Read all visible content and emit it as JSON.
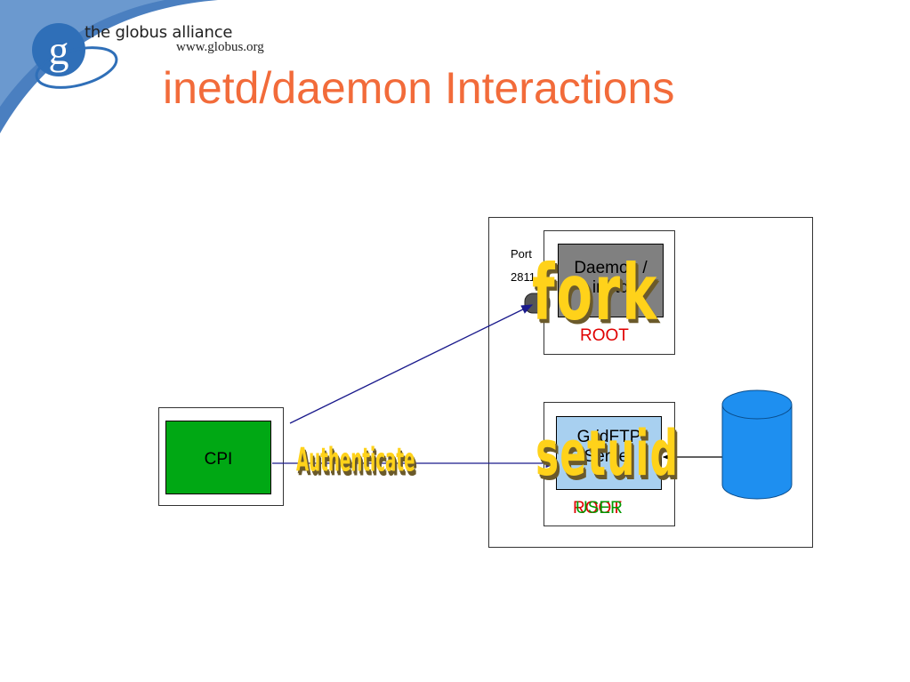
{
  "header": {
    "brand_name": "the globus alliance",
    "brand_url": "www.globus.org",
    "logo_letter": "g",
    "title": "inetd/daemon Interactions"
  },
  "diagram": {
    "port_label": "Port",
    "port_number": "2811",
    "daemon_label": "Daemon / inetd",
    "root_label": "ROOT",
    "gridftp_label": "GridFTP Server",
    "user_label": "USER",
    "root_label_overlap": "ROOT",
    "cpi_label": "CPI",
    "fork_label": "fork",
    "setuid_label": "setuid",
    "authenticate_label": "Authenticate"
  },
  "colors": {
    "title": "#f26b3a",
    "cpi_fill": "#00a814",
    "daemon_fill": "#808080",
    "gridftp_fill": "#a8d0f0",
    "disk_fill": "#1e8ff0",
    "root_text": "#e00000",
    "user_text": "#009900",
    "line": "#1a1a8c",
    "wordart": "#ffd21a"
  }
}
